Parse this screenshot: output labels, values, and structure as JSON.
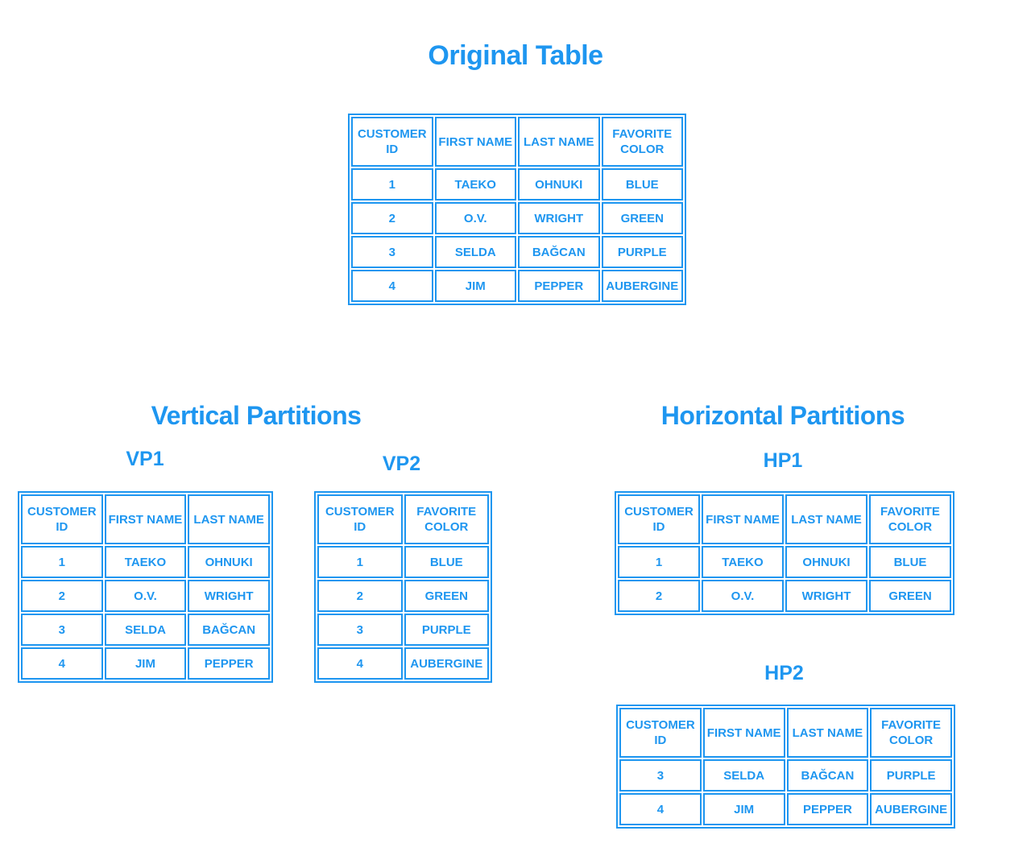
{
  "accent_color": "#1E96F0",
  "original": {
    "title": "Original Table",
    "headers": [
      "CUSTOMER ID",
      "FIRST NAME",
      "LAST NAME",
      "FAVORITE COLOR"
    ],
    "rows": [
      [
        "1",
        "TAEKO",
        "OHNUKI",
        "BLUE"
      ],
      [
        "2",
        "O.V.",
        "WRIGHT",
        "GREEN"
      ],
      [
        "3",
        "SELDA",
        "BAĞCAN",
        "PURPLE"
      ],
      [
        "4",
        "JIM",
        "PEPPER",
        "AUBERGINE"
      ]
    ]
  },
  "vertical": {
    "title": "Vertical Partitions",
    "vp1": {
      "label": "VP1",
      "headers": [
        "CUSTOMER ID",
        "FIRST NAME",
        "LAST NAME"
      ],
      "rows": [
        [
          "1",
          "TAEKO",
          "OHNUKI"
        ],
        [
          "2",
          "O.V.",
          "WRIGHT"
        ],
        [
          "3",
          "SELDA",
          "BAĞCAN"
        ],
        [
          "4",
          "JIM",
          "PEPPER"
        ]
      ]
    },
    "vp2": {
      "label": "VP2",
      "headers": [
        "CUSTOMER ID",
        "FAVORITE COLOR"
      ],
      "rows": [
        [
          "1",
          "BLUE"
        ],
        [
          "2",
          "GREEN"
        ],
        [
          "3",
          "PURPLE"
        ],
        [
          "4",
          "AUBERGINE"
        ]
      ]
    }
  },
  "horizontal": {
    "title": "Horizontal Partitions",
    "hp1": {
      "label": "HP1",
      "headers": [
        "CUSTOMER ID",
        "FIRST NAME",
        "LAST NAME",
        "FAVORITE COLOR"
      ],
      "rows": [
        [
          "1",
          "TAEKO",
          "OHNUKI",
          "BLUE"
        ],
        [
          "2",
          "O.V.",
          "WRIGHT",
          "GREEN"
        ]
      ]
    },
    "hp2": {
      "label": "HP2",
      "headers": [
        "CUSTOMER ID",
        "FIRST NAME",
        "LAST NAME",
        "FAVORITE COLOR"
      ],
      "rows": [
        [
          "3",
          "SELDA",
          "BAĞCAN",
          "PURPLE"
        ],
        [
          "4",
          "JIM",
          "PEPPER",
          "AUBERGINE"
        ]
      ]
    }
  }
}
